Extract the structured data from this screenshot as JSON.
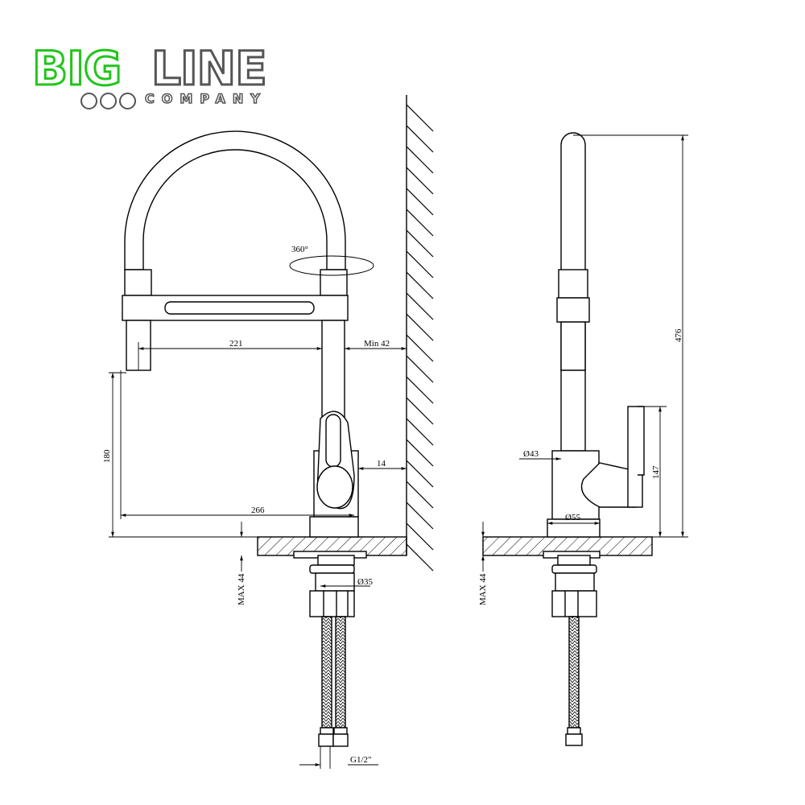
{
  "logo": {
    "brand_green": "BIG",
    "brand_gray": "LINE",
    "subtitle": "COMPANY",
    "colors": {
      "green": "#22c51c",
      "gray": "#555555"
    }
  },
  "front_view": {
    "rotation": "360°",
    "reach": "221",
    "wall_min": "Min 42",
    "spout_height": "180",
    "wall_body": "14",
    "total_reach": "266",
    "max_thickness": "MAX 44",
    "shank_diameter": "Ø35",
    "thread": "G1/2\""
  },
  "side_view": {
    "body_diameter": "Ø43",
    "lever_height": "147",
    "base_diameter": "Ø55",
    "total_height": "476",
    "max_thickness": "MAX 44"
  }
}
